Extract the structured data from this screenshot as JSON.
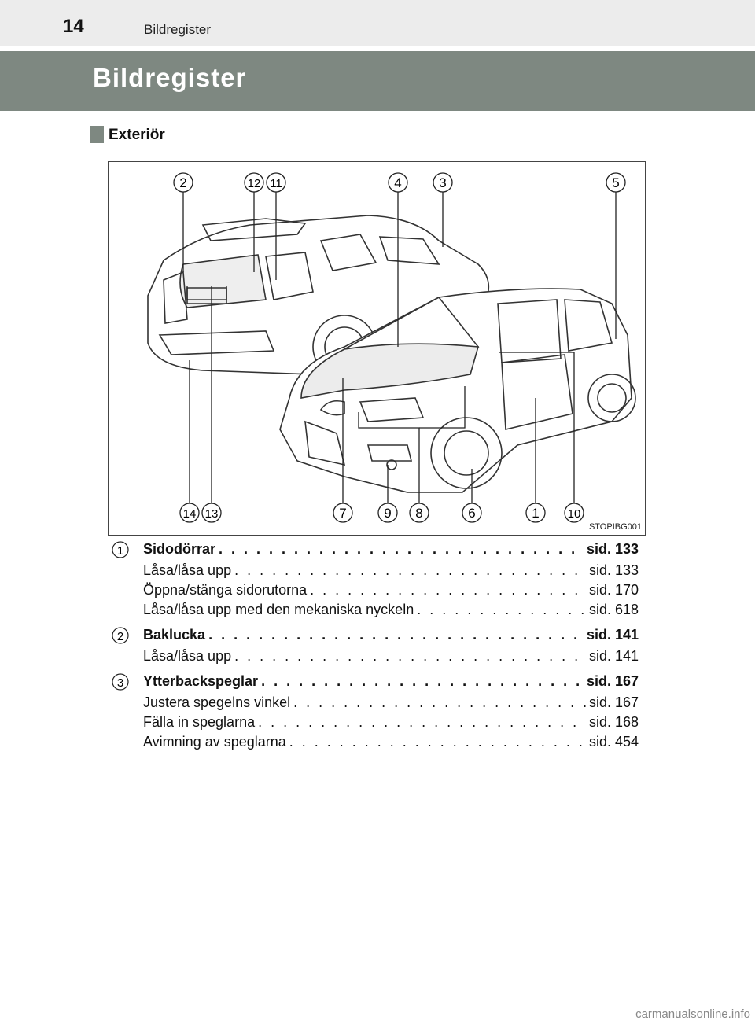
{
  "header": {
    "page_number": "14",
    "running_title": "Bildregister"
  },
  "banner": {
    "title": "Bildregister"
  },
  "section": {
    "label": "Exteriör"
  },
  "figure": {
    "id": "STOPIBG001",
    "callouts_top": [
      "2",
      "12",
      "11",
      "4",
      "3",
      "5"
    ],
    "callouts_bottom": [
      "14",
      "13",
      "7",
      "9",
      "8",
      "6",
      "1",
      "10"
    ]
  },
  "entries": [
    {
      "number": "1",
      "title": "Sidodörrar",
      "title_ref": "sid. 133",
      "items": [
        {
          "text": "Låsa/låsa upp",
          "ref": "sid. 133"
        },
        {
          "text": "Öppna/stänga sidorutorna",
          "ref": "sid. 170"
        },
        {
          "text": "Låsa/låsa upp med den mekaniska nyckeln",
          "ref": "sid. 618"
        }
      ]
    },
    {
      "number": "2",
      "title": "Baklucka",
      "title_ref": "sid. 141",
      "items": [
        {
          "text": "Låsa/låsa upp",
          "ref": "sid. 141"
        }
      ]
    },
    {
      "number": "3",
      "title": "Ytterbackspeglar",
      "title_ref": "sid. 167",
      "items": [
        {
          "text": "Justera spegelns vinkel",
          "ref": "sid. 167"
        },
        {
          "text": "Fälla in speglarna",
          "ref": "sid. 168"
        },
        {
          "text": "Avimning av speglarna",
          "ref": "sid. 454"
        }
      ]
    }
  ],
  "footer": {
    "watermark": "carmanualsonline.info"
  }
}
